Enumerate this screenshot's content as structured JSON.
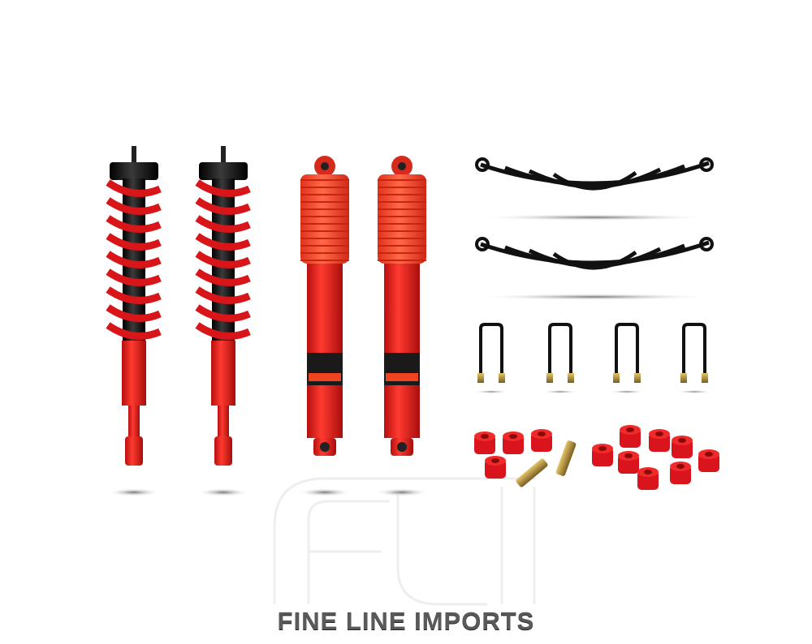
{
  "brand": {
    "watermark_logo": "FLI",
    "name": "FINE LINE IMPORTS"
  },
  "colors": {
    "red": "#e8231f",
    "dark_red": "#b5100f",
    "black": "#151515",
    "brass": "#b08a3a",
    "brand_gray": "#5a5a5a"
  },
  "products": {
    "coilovers": 2,
    "shock_absorbers": 2,
    "leaf_springs": 2,
    "u_bolts": 4,
    "bushings_and_pins": "kit"
  }
}
